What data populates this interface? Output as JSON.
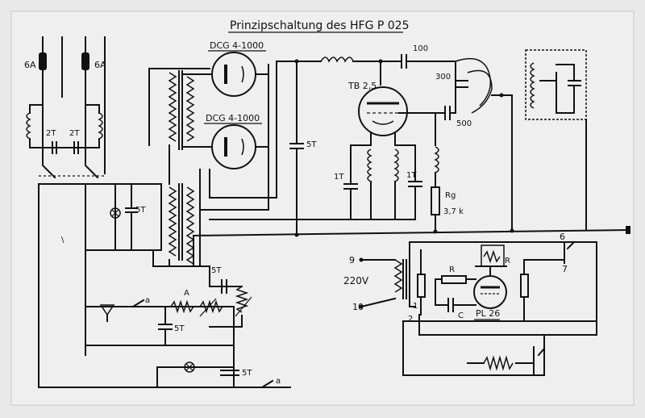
{
  "title": "Prinzipschaltung des HFG P 025",
  "fuses": [
    "6A",
    "6A"
  ],
  "tubes": {
    "rect_top": "DCG 4-1000",
    "rect_bottom": "DCG 4-1000",
    "power": "TB 2,5",
    "aux": "PL 26"
  },
  "caps": {
    "c_2t_left": "2T",
    "c_2t_right": "2T",
    "c_5t_main": "5T",
    "c_5t_line": "5T",
    "c_1t_left": "1T",
    "c_1t_right": "1T",
    "c_100": "100",
    "c_300": "300",
    "c_500": "500",
    "c_5t_bias": "5T",
    "c_5t_ctrl": "5T",
    "c_5t_bottom": "5T",
    "c_c": "C"
  },
  "resistors": {
    "rg": "Rg",
    "rg_value": "3,7 k",
    "r_pot": "R",
    "r_ctrl": "R"
  },
  "labels": {
    "a_left": "A",
    "a_switch": "a",
    "a_switch_bottom": "a",
    "voltage": "220V",
    "t9": "9",
    "t10": "10",
    "t1": "1",
    "t2": "2",
    "t6": "6",
    "t7": "7",
    "stray": "\\"
  }
}
